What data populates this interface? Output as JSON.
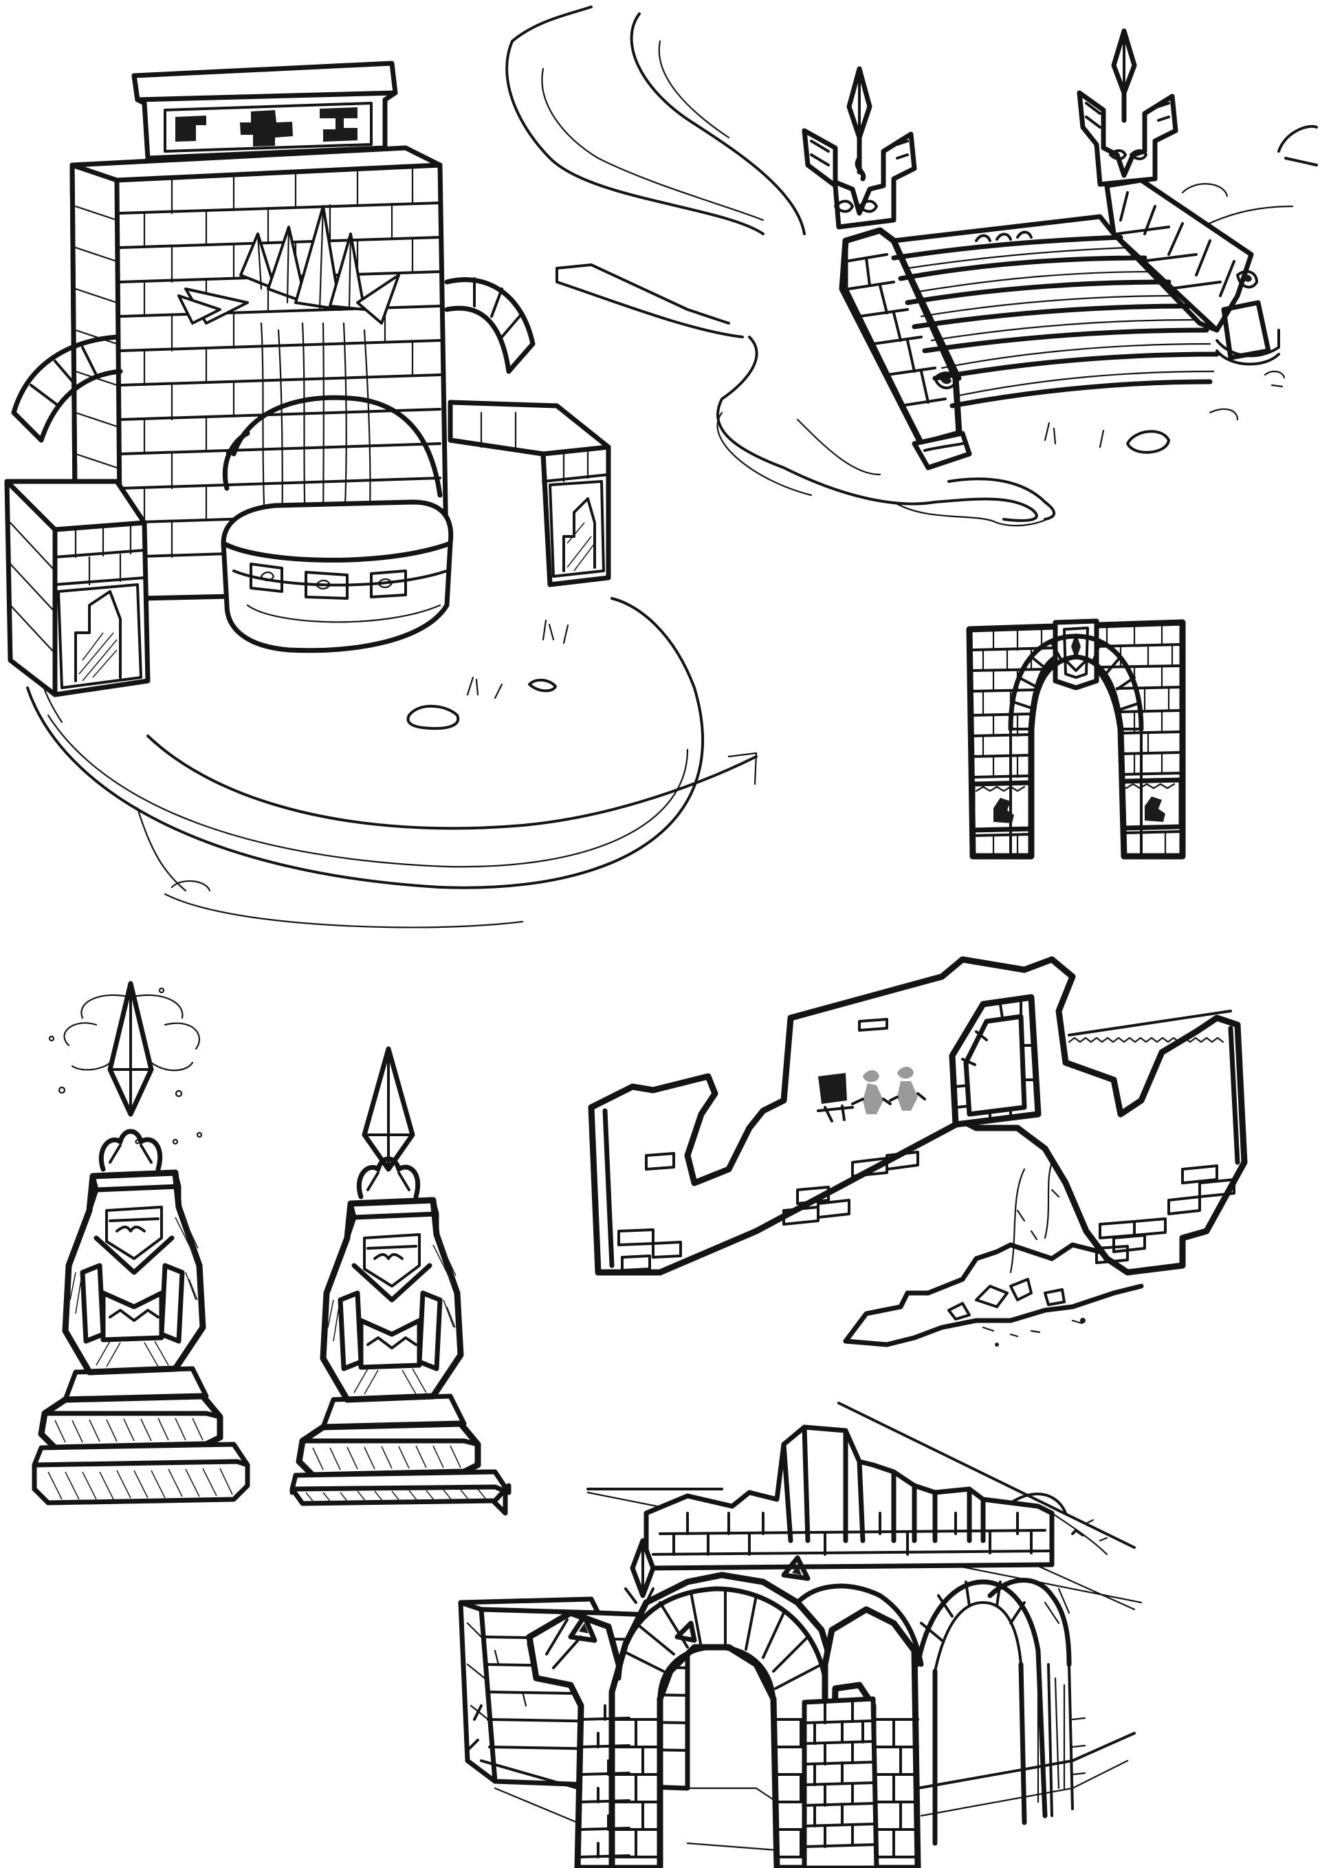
{
  "sheet": {
    "background": "#ffffff",
    "ink": "#141414"
  },
  "sketches": [
    {
      "id": "crystal-fountain",
      "icon": "crystal-fountain-icon"
    },
    {
      "id": "grand-staircase",
      "icon": "staircase-icon"
    },
    {
      "id": "brick-archway",
      "icon": "archway-icon"
    },
    {
      "id": "crystal-pillar-left",
      "icon": "crystal-pillar-icon"
    },
    {
      "id": "crystal-pillar-right",
      "icon": "crystal-pillar-icon"
    },
    {
      "id": "ruined-wall",
      "icon": "ruined-wall-icon"
    },
    {
      "id": "aqueduct-arches",
      "icon": "aqueduct-icon"
    }
  ]
}
